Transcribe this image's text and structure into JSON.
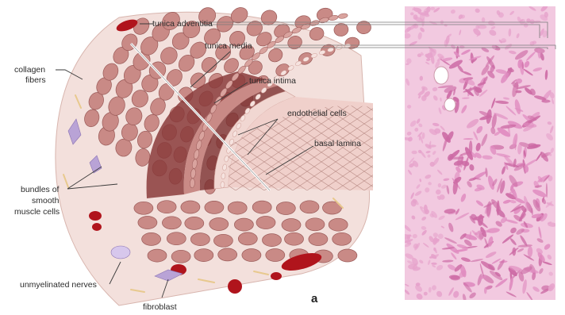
{
  "labels": {
    "tunica_adventitia": "tunica adventitia",
    "tunica_media": "tunica  media",
    "tunica_intima": "tunica  intima",
    "endothelial_cells": "endothelial cells",
    "basal_lamina": "basal lamina",
    "collagen_fibers_1": "collagen",
    "collagen_fibers_2": "fibers",
    "bundles_1": "bundles of",
    "bundles_2": "smooth",
    "bundles_3": "muscle cells",
    "unmyelinated_nerves": "unmyelinated nerves",
    "fibroblast": "fibroblast",
    "panel_letter": "a"
  },
  "colors": {
    "muscle_fill": "#c98a86",
    "muscle_stroke": "#9a5a58",
    "adventitia_bg": "#f3e0dc",
    "media_dark": "#8a3b3b",
    "intima_bg": "#f1d7d2",
    "blood_vessel": "#b0141c",
    "histology_pink": "#d77fb2",
    "histology_light": "#f2c9e0"
  }
}
